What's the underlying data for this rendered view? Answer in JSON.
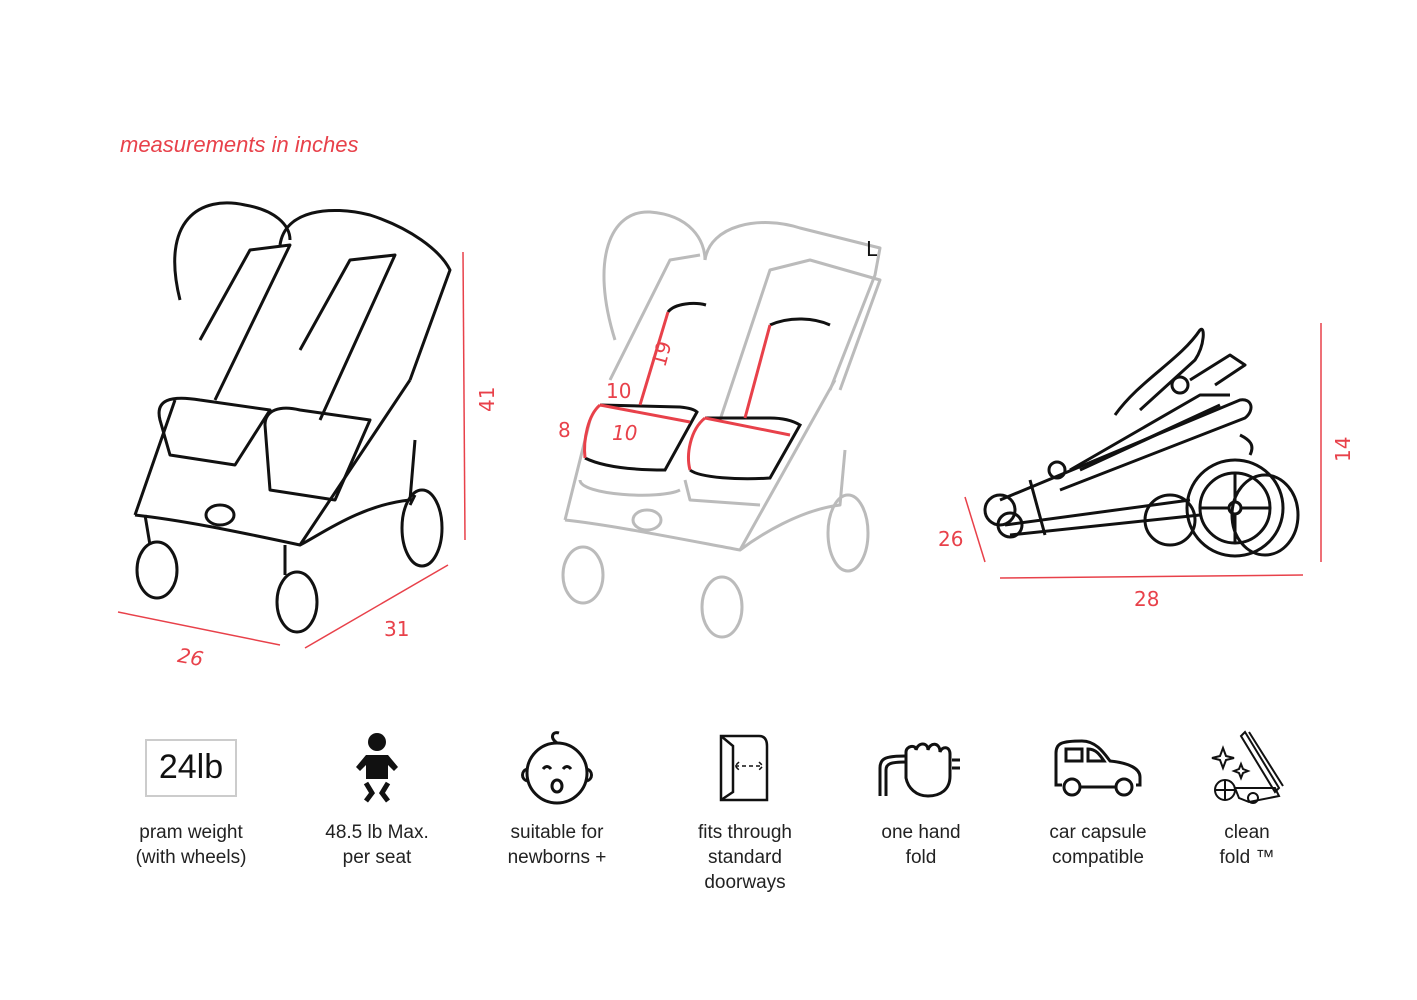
{
  "note": "measurements in inches",
  "colors": {
    "accent": "#e8414a",
    "line": "#111111",
    "faded": "#bbbbbb"
  },
  "dimensions": {
    "upright": {
      "height": "41",
      "width": "26",
      "depth": "31"
    },
    "seat": {
      "backrest": "19",
      "seat_width": "10",
      "seat_depth": "10",
      "leg": "8",
      "corner_mark": "L"
    },
    "folded": {
      "height": "14",
      "length": "28",
      "width": "26"
    }
  },
  "features": [
    {
      "icon": "weight-box-icon",
      "value": "24lb",
      "line1": "pram weight",
      "line2": "(with wheels)"
    },
    {
      "icon": "child-icon",
      "line1": "48.5 lb Max.",
      "line2": "per seat"
    },
    {
      "icon": "baby-face-icon",
      "line1": "suitable for",
      "line2": "newborns +"
    },
    {
      "icon": "doorway-icon",
      "line1": "fits through",
      "line2": "standard",
      "line3": "doorways"
    },
    {
      "icon": "hand-fold-icon",
      "line1": "one hand",
      "line2": "fold"
    },
    {
      "icon": "car-icon",
      "line1": "car capsule",
      "line2": "compatible"
    },
    {
      "icon": "clean-fold-icon",
      "line1": "clean",
      "line2": "fold ™"
    }
  ]
}
